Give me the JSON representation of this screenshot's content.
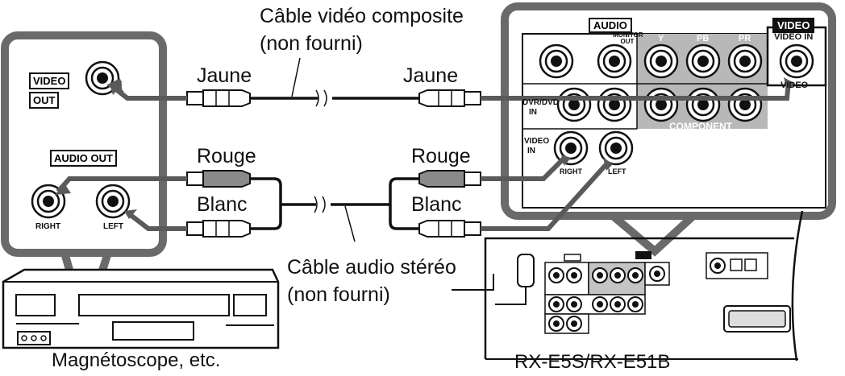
{
  "source": {
    "caption": "Magnétoscope, etc.",
    "video_label": "VIDEO",
    "out_label": "OUT",
    "audio_out_label": "AUDIO OUT",
    "right_label": "RIGHT",
    "left_label": "LEFT"
  },
  "cables": {
    "video_cable_line1": "Câble vidéo composite",
    "video_cable_line2": "(non fourni)",
    "audio_cable_line1": "Câble audio stéréo",
    "audio_cable_line2": "(non fourni)",
    "yellow_left": "Jaune",
    "yellow_right": "Jaune",
    "red_left": "Rouge",
    "red_right": "Rouge",
    "white_left": "Blanc",
    "white_right": "Blanc"
  },
  "receiver": {
    "caption": "RX-E5S/RX-E51B",
    "audio_label": "AUDIO",
    "video_label": "VIDEO",
    "monitor_out_label": "MONITOR OUT",
    "y_label": "Y",
    "pb_label": "PB",
    "pr_label": "PR",
    "video_in_label": "VIDEO IN",
    "video_sub_label": "VIDEO",
    "dvd_label": "DVR/DVD",
    "in_label": "IN",
    "component_label": "COMPONENT",
    "video_in_lower_1": "VIDEO",
    "video_in_lower_2": "IN",
    "right_label": "RIGHT",
    "left_label": "LEFT"
  }
}
